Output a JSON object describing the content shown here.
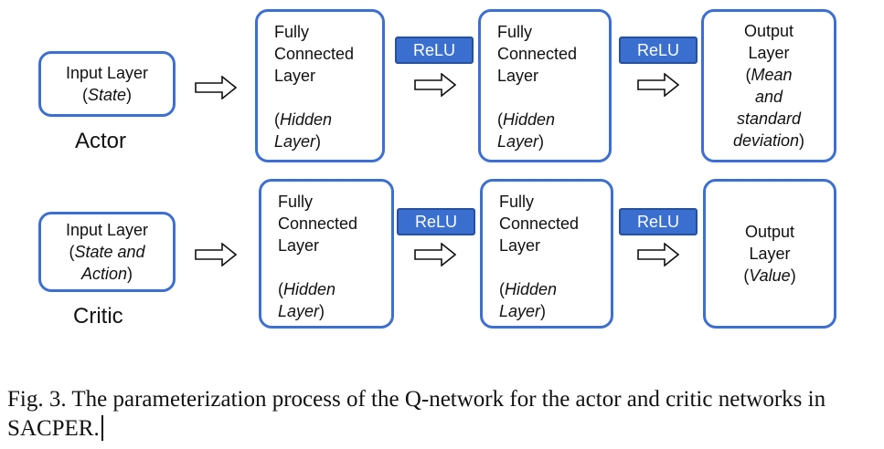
{
  "actor": {
    "label": "Actor",
    "input": {
      "title": "Input Layer",
      "paren_open": "(",
      "sub": "State",
      "paren_close": ")"
    },
    "fc1": {
      "line1": "Fully",
      "line2": "Connected",
      "line3": "Layer",
      "paren_open": "(",
      "hidden": "Hidden",
      "layer": "Layer",
      "paren_close": ")"
    },
    "relu1": "ReLU",
    "fc2": {
      "line1": "Fully",
      "line2": "Connected",
      "line3": "Layer",
      "paren_open": "(",
      "hidden": "Hidden",
      "layer": "Layer",
      "paren_close": ")"
    },
    "relu2": "ReLU",
    "output": {
      "line1": "Output",
      "line2": "Layer",
      "paren_open": "(",
      "sub1": "Mean",
      "sub2": "and",
      "sub3": "standard",
      "sub4": "deviation",
      "paren_close": ")"
    }
  },
  "critic": {
    "label": "Critic",
    "input": {
      "title": "Input Layer",
      "paren_open": "(",
      "sub1": "State and",
      "sub2": "Action",
      "paren_close": ")"
    },
    "fc1": {
      "line1": "Fully",
      "line2": "Connected",
      "line3": "Layer",
      "paren_open": "(",
      "hidden": "Hidden",
      "layer": "Layer",
      "paren_close": ")"
    },
    "relu1": "ReLU",
    "fc2": {
      "line1": "Fully",
      "line2": "Connected",
      "line3": "Layer",
      "paren_open": "(",
      "hidden": "Hidden",
      "layer": "Layer",
      "paren_close": ")"
    },
    "relu2": "ReLU",
    "output": {
      "line1": "Output",
      "line2": "Layer",
      "paren_open": "(",
      "sub": "Value",
      "paren_close": ")"
    }
  },
  "caption": "Fig. 3.  The parameterization process of the Q-network for the actor and critic networks in SACPER.",
  "colors": {
    "box_border": "#3d6fd1",
    "relu_fill": "#3a6fcf",
    "relu_text": "#ffffff"
  }
}
